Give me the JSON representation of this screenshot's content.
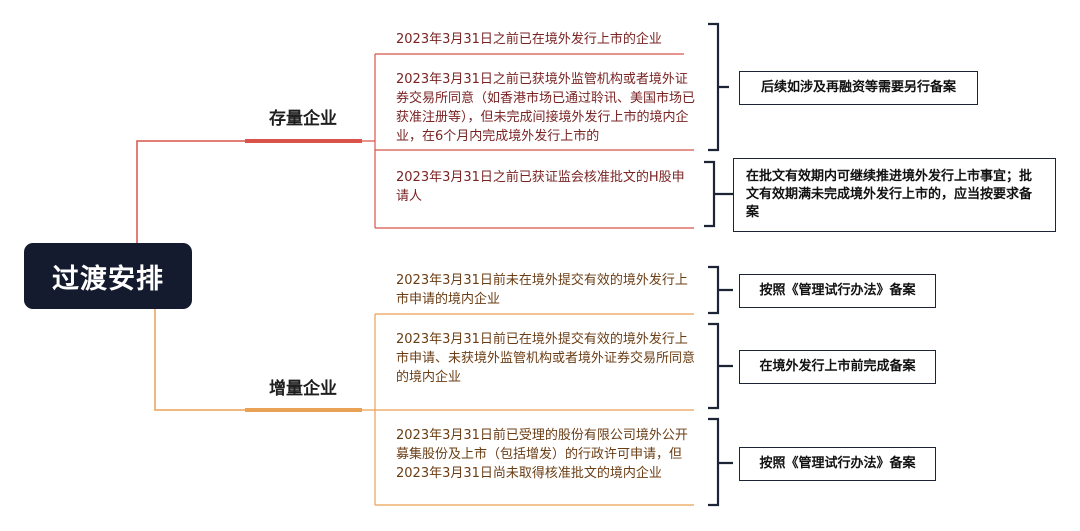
{
  "root": {
    "label": "过渡安排"
  },
  "branches": {
    "existing": {
      "label": "存量企业",
      "color": "#d9534a",
      "items": [
        "2023年3月31日之前已在境外发行上市的企业",
        "2023年3月31日之前已获境外监管机构或者境外证券交易所同意（如香港市场已通过聆讯、美国市场已获准注册等），但未完成间接境外发行上市的境内企业，在6个月内完成境外发行上市的",
        "2023年3月31日之前已获证监会核准批文的H股申请人"
      ],
      "outcomes": [
        "后续如涉及再融资等需要另行备案",
        "在批文有效期内可继续推进境外发行上市事宜；批文有效期满未完成境外发行上市的，应当按要求备案"
      ]
    },
    "incremental": {
      "label": "增量企业",
      "color": "#e9a155",
      "items": [
        "2023年3月31日前未在境外提交有效的境外发行上市申请的境内企业",
        "2023年3月31日前已在境外提交有效的境外发行上市申请、未获境外监管机构或者境外证券交易所同意的境内企业",
        "2023年3月31日前已受理的股份有限公司境外公开募集股份及上市（包括增发）的行政许可申请，但2023年3月31日尚未取得核准批文的境内企业"
      ],
      "outcomes": [
        "按照《管理试行办法》备案",
        "在境外发行上市前完成备案",
        "按照《管理试行办法》备案"
      ]
    }
  },
  "colors": {
    "root_bg": "#141b2f",
    "bracket": "#1d2436",
    "box_border": "#1d2436"
  }
}
